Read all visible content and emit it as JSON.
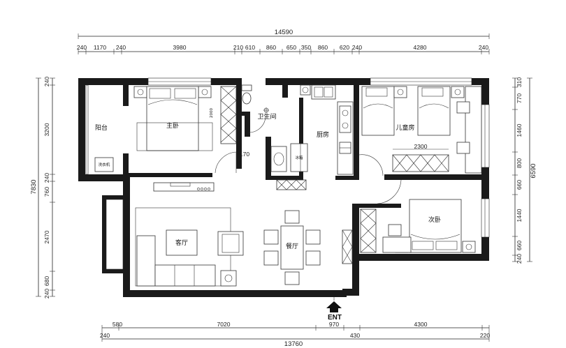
{
  "top_dims": {
    "total": "14590",
    "segments": [
      "240",
      "1170",
      "240",
      "3980",
      "210",
      "610",
      "860",
      "650",
      "350",
      "860",
      "620",
      "240",
      "4280",
      "240"
    ]
  },
  "bottom_dims": {
    "total": "13760",
    "row1": [
      "580",
      "7020",
      "970",
      "4300"
    ],
    "row2": [
      "240",
      "430",
      "220"
    ]
  },
  "left_dims": [
    "240",
    "3200",
    "240",
    "760",
    "2470",
    "680",
    "240"
  ],
  "left_total": "7830",
  "right_dims": [
    "310",
    "770",
    "1460",
    "800",
    "660",
    "1440",
    "660",
    "240"
  ],
  "right_total": "6590",
  "rooms": {
    "balcony": "阳台",
    "master": "主卧",
    "bathroom": "卫生间",
    "kitchen": "厨房",
    "kids": "儿童房",
    "living": "客厅",
    "dining": "餐厅",
    "second": "次卧"
  },
  "labels": {
    "washer": "洗衣机",
    "fridge": "冰箱",
    "entrance": "ENT",
    "master_bed_dim": "2000",
    "door_dim": "170",
    "kids_desk_dim": "2300"
  }
}
